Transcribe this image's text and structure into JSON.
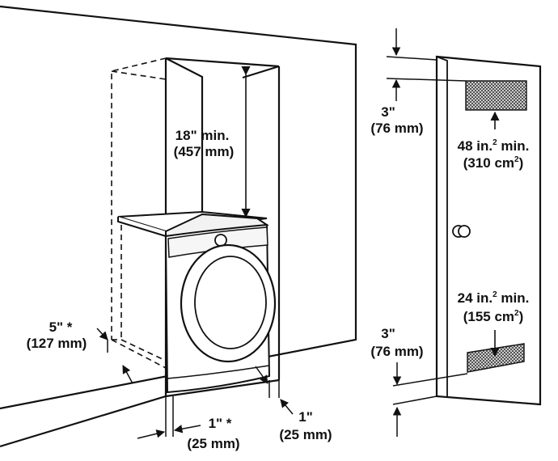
{
  "dimensions": {
    "top_clearance": {
      "imperial": "18\" min.",
      "metric": "(457 mm)"
    },
    "door_top_offset": {
      "imperial": "3\"",
      "metric": "(76 mm)"
    },
    "door_bottom_offset": {
      "imperial": "3\"",
      "metric": "(76 mm)"
    },
    "top_vent_area": {
      "imperial_value": "48 in.",
      "imperial_exp": "2",
      "imperial_suffix": " min.",
      "metric_open": "(310 cm",
      "metric_exp": "2",
      "metric_close": ")"
    },
    "bottom_vent_area": {
      "imperial_value": "24 in.",
      "imperial_exp": "2",
      "imperial_suffix": " min.",
      "metric_open": "(155 cm",
      "metric_exp": "2",
      "metric_close": ")"
    },
    "rear_clearance": {
      "imperial": "5\" *",
      "metric": "(127 mm)"
    },
    "left_side_clearance": {
      "imperial": "1\" *",
      "metric": "(25 mm)"
    },
    "right_side_clearance": {
      "imperial": "1\"",
      "metric": "(25 mm)"
    }
  },
  "colors": {
    "line": "#111111",
    "background": "#ffffff",
    "vent_mesh": "#555555"
  }
}
